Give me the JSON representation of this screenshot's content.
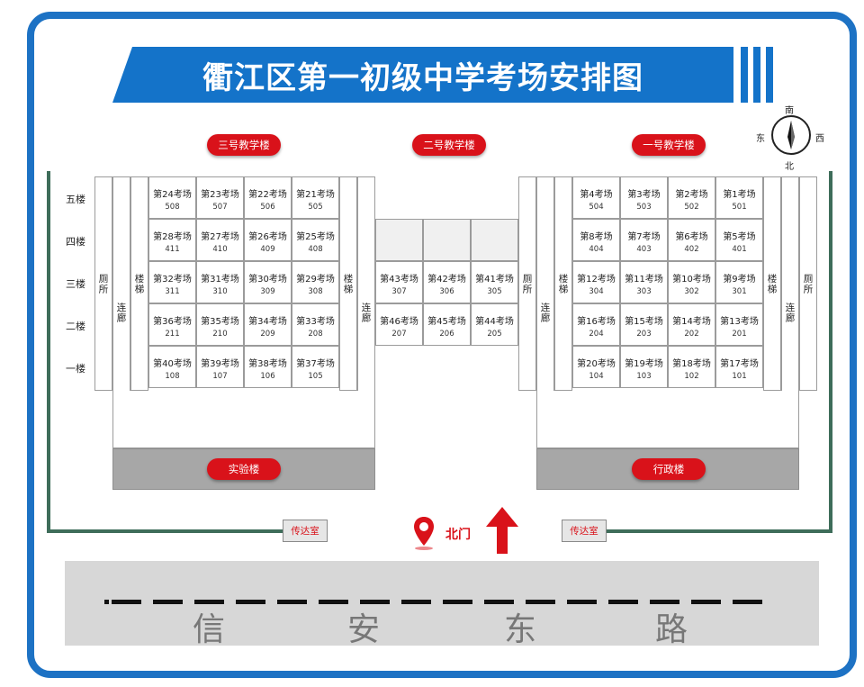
{
  "title": "衢江区第一初级中学考场安排图",
  "compass": {
    "south": "南",
    "north": "北",
    "east": "东",
    "west": "西"
  },
  "buildings": {
    "bldg3": "三号教学楼",
    "bldg2": "二号教学楼",
    "bldg1": "一号教学楼",
    "lab": "实验楼",
    "admin": "行政楼"
  },
  "floors": [
    "五楼",
    "四楼",
    "三楼",
    "二楼",
    "一楼"
  ],
  "labels": {
    "toilet": "厕所",
    "stairs": "楼梯",
    "corridor": "连廊"
  },
  "gates": {
    "guard_left": "传达室",
    "guard_right": "传达室",
    "north_gate": "北门"
  },
  "road_name": [
    "信",
    "安",
    "东",
    "路"
  ],
  "left_rooms": [
    [
      {
        "n": "第24考场",
        "c": "508"
      },
      {
        "n": "第23考场",
        "c": "507"
      },
      {
        "n": "第22考场",
        "c": "506"
      },
      {
        "n": "第21考场",
        "c": "505"
      }
    ],
    [
      {
        "n": "第28考场",
        "c": "411"
      },
      {
        "n": "第27考场",
        "c": "410"
      },
      {
        "n": "第26考场",
        "c": "409"
      },
      {
        "n": "第25考场",
        "c": "408"
      }
    ],
    [
      {
        "n": "第32考场",
        "c": "311"
      },
      {
        "n": "第31考场",
        "c": "310"
      },
      {
        "n": "第30考场",
        "c": "309"
      },
      {
        "n": "第29考场",
        "c": "308"
      }
    ],
    [
      {
        "n": "第36考场",
        "c": "211"
      },
      {
        "n": "第35考场",
        "c": "210"
      },
      {
        "n": "第34考场",
        "c": "209"
      },
      {
        "n": "第33考场",
        "c": "208"
      }
    ],
    [
      {
        "n": "第40考场",
        "c": "108"
      },
      {
        "n": "第39考场",
        "c": "107"
      },
      {
        "n": "第38考场",
        "c": "106"
      },
      {
        "n": "第37考场",
        "c": "105"
      }
    ]
  ],
  "middle_rooms": [
    [
      {
        "n": "第43考场",
        "c": "307"
      },
      {
        "n": "第42考场",
        "c": "306"
      },
      {
        "n": "第41考场",
        "c": "305"
      }
    ],
    [
      {
        "n": "第46考场",
        "c": "207"
      },
      {
        "n": "第45考场",
        "c": "206"
      },
      {
        "n": "第44考场",
        "c": "205"
      }
    ]
  ],
  "right_rooms": [
    [
      {
        "n": "第4考场",
        "c": "504"
      },
      {
        "n": "第3考场",
        "c": "503"
      },
      {
        "n": "第2考场",
        "c": "502"
      },
      {
        "n": "第1考场",
        "c": "501"
      }
    ],
    [
      {
        "n": "第8考场",
        "c": "404"
      },
      {
        "n": "第7考场",
        "c": "403"
      },
      {
        "n": "第6考场",
        "c": "402"
      },
      {
        "n": "第5考场",
        "c": "401"
      }
    ],
    [
      {
        "n": "第12考场",
        "c": "304"
      },
      {
        "n": "第11考场",
        "c": "303"
      },
      {
        "n": "第10考场",
        "c": "302"
      },
      {
        "n": "第9考场",
        "c": "301"
      }
    ],
    [
      {
        "n": "第16考场",
        "c": "204"
      },
      {
        "n": "第15考场",
        "c": "203"
      },
      {
        "n": "第14考场",
        "c": "202"
      },
      {
        "n": "第13考场",
        "c": "201"
      }
    ],
    [
      {
        "n": "第20考场",
        "c": "104"
      },
      {
        "n": "第19考场",
        "c": "103"
      },
      {
        "n": "第18考场",
        "c": "102"
      },
      {
        "n": "第17考场",
        "c": "101"
      }
    ]
  ],
  "colors": {
    "frame": "#1d72c4",
    "banner": "#1473c9",
    "pill": "#d9121a",
    "wall": "#3e6d5a"
  }
}
